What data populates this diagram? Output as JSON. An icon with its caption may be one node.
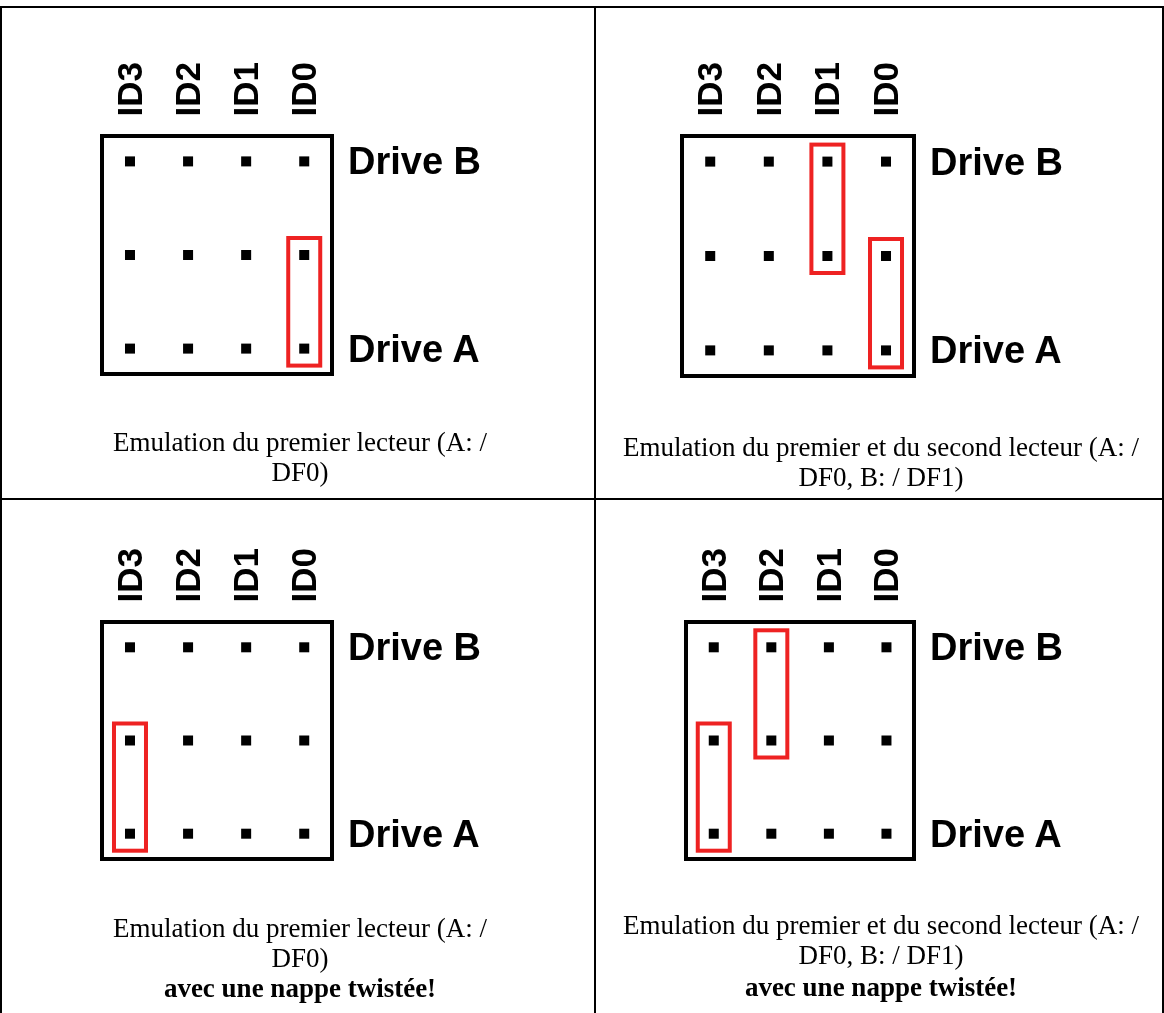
{
  "diagram": {
    "nodes": [
      {
        "text": [
          "Emulation du premier lecteur (A: / DF0)"
        ]
      },
      {
        "text": [],
        "shape": "box",
        "in": 0,
        "beside": [
          "Drive B",
          "Drive A"
        ]
      },
      {
        "text": [
          "Emulation du premier et du second lecteur (A: / DF0, B: / DF1)"
        ]
      },
      {
        "text": [],
        "shape": "box",
        "in": 2,
        "beside": [
          "Drive B",
          "Drive A"
        ]
      },
      {
        "text": [
          "Emulation du premier lecteur (A: / DF0)",
          "avec une nappe twistée!"
        ]
      },
      {
        "text": [],
        "shape": "box",
        "in": 4,
        "beside": [
          "Drive B",
          "Drive A"
        ]
      },
      {
        "text": [
          "Emulation du premier et du second lecteur (A: / DF0, B: / DF1)",
          "avec une nappe twistée!"
        ]
      },
      {
        "text": [],
        "shape": "box",
        "in": 6,
        "beside": [
          "Drive B",
          "Drive A"
        ]
      }
    ],
    "labels": [
      "ID3",
      "ID2",
      "ID1",
      "ID0",
      "ID3",
      "ID2",
      "ID1",
      "ID0",
      "ID3",
      "ID2",
      "ID1",
      "ID0",
      "ID3",
      "ID2",
      "ID1",
      "ID0"
    ]
  }
}
